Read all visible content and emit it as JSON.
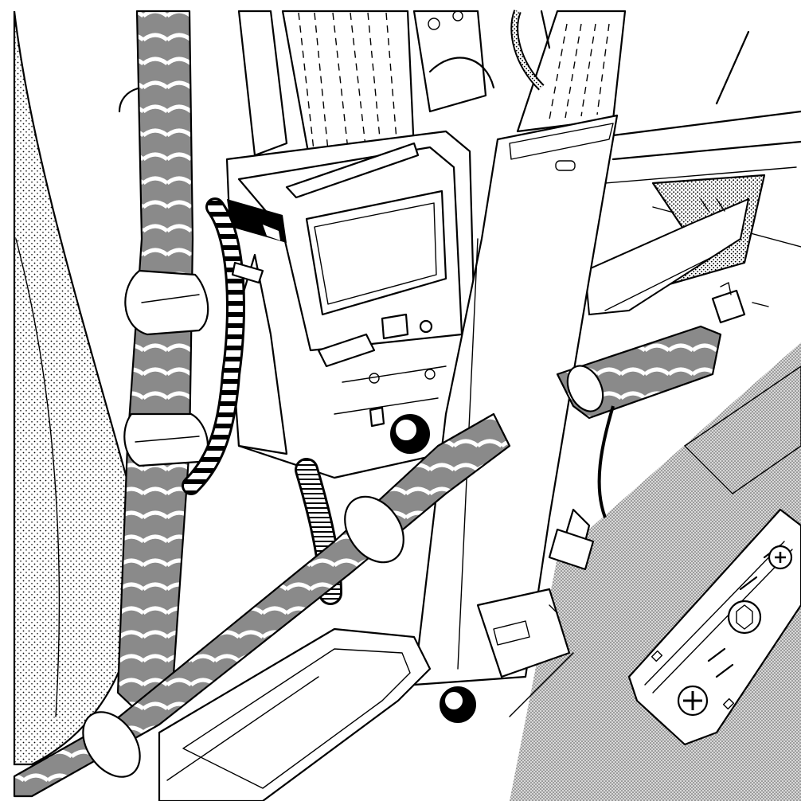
{
  "illustration": {
    "kind": "seat-belt-retractor-and-wiring-line-art",
    "colors": {
      "line": "#000000",
      "background": "#ffffff",
      "harness_sleeve": "#8a8a8a",
      "stipple_dot": "#000000",
      "halftone": "#9a9a9a"
    },
    "icons": [
      "seat-belt-webbing",
      "retractor-housing",
      "b-pillar-trim",
      "wiring-harness",
      "convoluted-conduit",
      "hex-nut",
      "door-sill-plate",
      "phillips-screw",
      "torx-bolt"
    ]
  }
}
